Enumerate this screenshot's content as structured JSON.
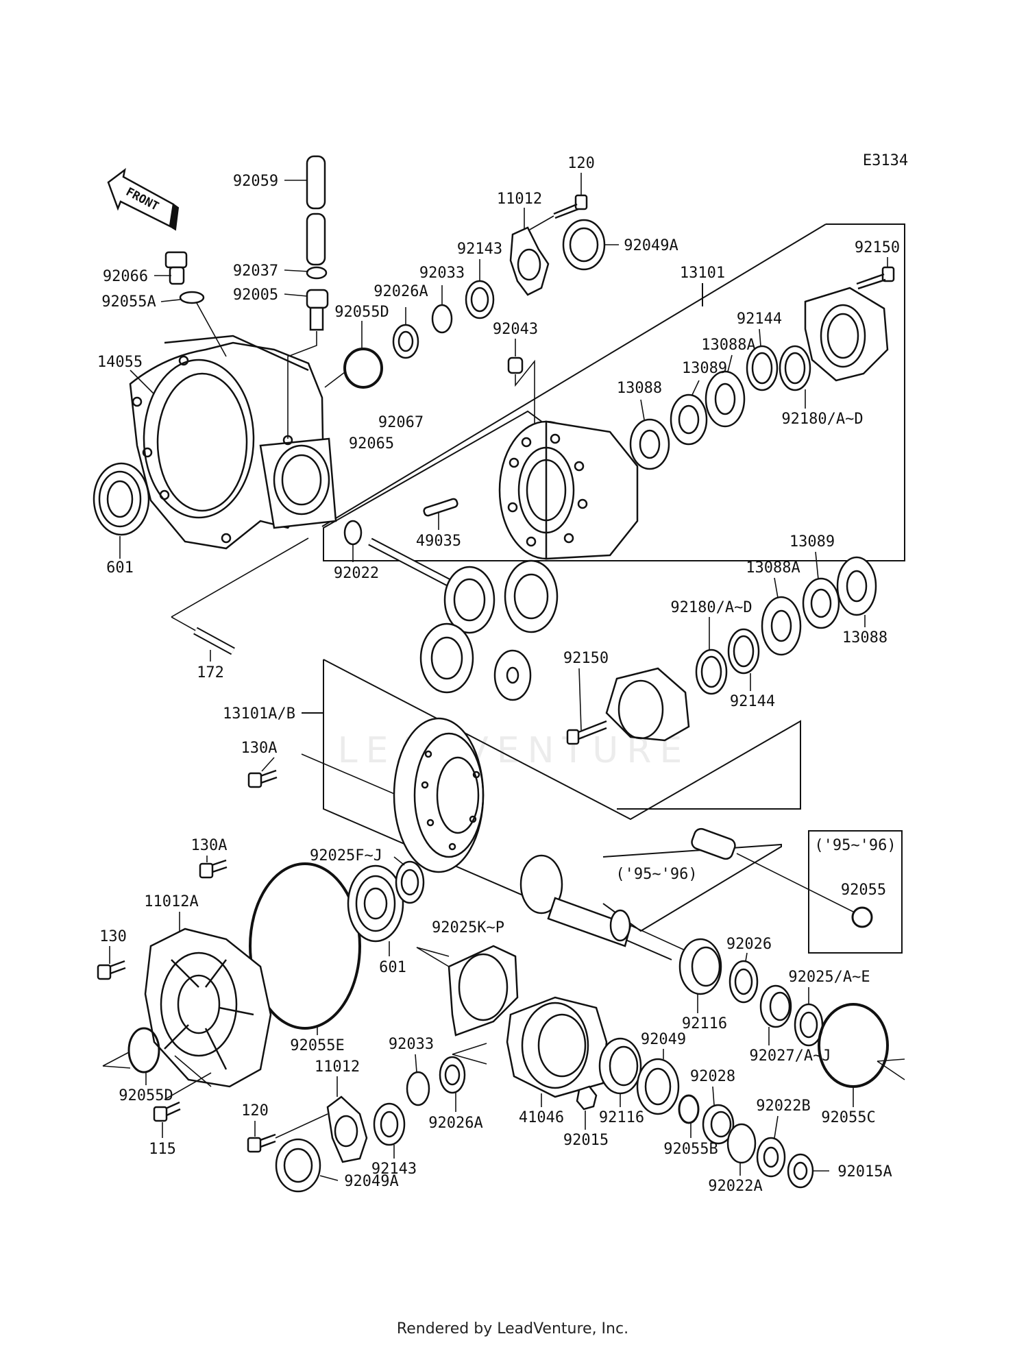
{
  "diagram_code": "E3134",
  "front_label": "FRONT",
  "watermark": "LEADVENTURE",
  "footer": "Rendered by LeadVenture, Inc.",
  "callouts": [
    {
      "id": "c-120-top",
      "text": "120"
    },
    {
      "id": "c-11012-top",
      "text": "11012"
    },
    {
      "id": "c-92049a-top",
      "text": "92049A"
    },
    {
      "id": "c-92059",
      "text": "92059"
    },
    {
      "id": "c-92066",
      "text": "92066"
    },
    {
      "id": "c-92055a",
      "text": "92055A"
    },
    {
      "id": "c-92037",
      "text": "92037"
    },
    {
      "id": "c-92005",
      "text": "92005"
    },
    {
      "id": "c-92055d-top",
      "text": "92055D"
    },
    {
      "id": "c-92026a-top",
      "text": "92026A"
    },
    {
      "id": "c-92033-top",
      "text": "92033"
    },
    {
      "id": "c-92143-top",
      "text": "92143"
    },
    {
      "id": "c-13101",
      "text": "13101"
    },
    {
      "id": "c-92150-top",
      "text": "92150"
    },
    {
      "id": "c-92043",
      "text": "92043"
    },
    {
      "id": "c-92144-top",
      "text": "92144"
    },
    {
      "id": "c-13088a-top",
      "text": "13088A"
    },
    {
      "id": "c-13089-top",
      "text": "13089"
    },
    {
      "id": "c-13088-top",
      "text": "13088"
    },
    {
      "id": "c-92180-top",
      "text": "92180/A~D"
    },
    {
      "id": "c-14055",
      "text": "14055"
    },
    {
      "id": "c-92067",
      "text": "92067"
    },
    {
      "id": "c-92065",
      "text": "92065"
    },
    {
      "id": "c-601-left",
      "text": "601"
    },
    {
      "id": "c-49035",
      "text": "49035"
    },
    {
      "id": "c-92022",
      "text": "92022"
    },
    {
      "id": "c-13089-mid",
      "text": "13089"
    },
    {
      "id": "c-13088a-mid",
      "text": "13088A"
    },
    {
      "id": "c-92180-mid",
      "text": "92180/A~D"
    },
    {
      "id": "c-13088-mid",
      "text": "13088"
    },
    {
      "id": "c-172",
      "text": "172"
    },
    {
      "id": "c-92150-mid",
      "text": "92150"
    },
    {
      "id": "c-92144-mid",
      "text": "92144"
    },
    {
      "id": "c-13101ab",
      "text": "13101A/B"
    },
    {
      "id": "c-130a-top",
      "text": "130A"
    },
    {
      "id": "c-95-96-right",
      "text": "('95~'96)"
    },
    {
      "id": "c-130a-mid",
      "text": "130A"
    },
    {
      "id": "c-92025fj",
      "text": "92025F~J"
    },
    {
      "id": "c-95-96-center",
      "text": "('95~'96)"
    },
    {
      "id": "c-92055",
      "text": "92055"
    },
    {
      "id": "c-11012a",
      "text": "11012A"
    },
    {
      "id": "c-130",
      "text": "130"
    },
    {
      "id": "c-601-bottom",
      "text": "601"
    },
    {
      "id": "c-92025kp",
      "text": "92025K~P"
    },
    {
      "id": "c-92026",
      "text": "92026"
    },
    {
      "id": "c-92025ae",
      "text": "92025/A~E"
    },
    {
      "id": "c-92116-right",
      "text": "92116"
    },
    {
      "id": "c-92055e",
      "text": "92055E"
    },
    {
      "id": "c-92049",
      "text": "92049"
    },
    {
      "id": "c-92027aj",
      "text": "92027/A~J"
    },
    {
      "id": "c-92033-bottom",
      "text": "92033"
    },
    {
      "id": "c-11012-bottom",
      "text": "11012"
    },
    {
      "id": "c-92028",
      "text": "92028"
    },
    {
      "id": "c-92022b",
      "text": "92022B"
    },
    {
      "id": "c-92055d-bottom",
      "text": "92055D"
    },
    {
      "id": "c-41046",
      "text": "41046"
    },
    {
      "id": "c-92116-bottom",
      "text": "92116"
    },
    {
      "id": "c-92055c",
      "text": "92055C"
    },
    {
      "id": "c-115",
      "text": "115"
    },
    {
      "id": "c-120-bottom",
      "text": "120"
    },
    {
      "id": "c-92026a-bottom",
      "text": "92026A"
    },
    {
      "id": "c-92015",
      "text": "92015"
    },
    {
      "id": "c-92055b",
      "text": "92055B"
    },
    {
      "id": "c-92015a",
      "text": "92015A"
    },
    {
      "id": "c-92143-bottom",
      "text": "92143"
    },
    {
      "id": "c-92022a",
      "text": "92022A"
    },
    {
      "id": "c-92049a-bottom",
      "text": "92049A"
    }
  ]
}
